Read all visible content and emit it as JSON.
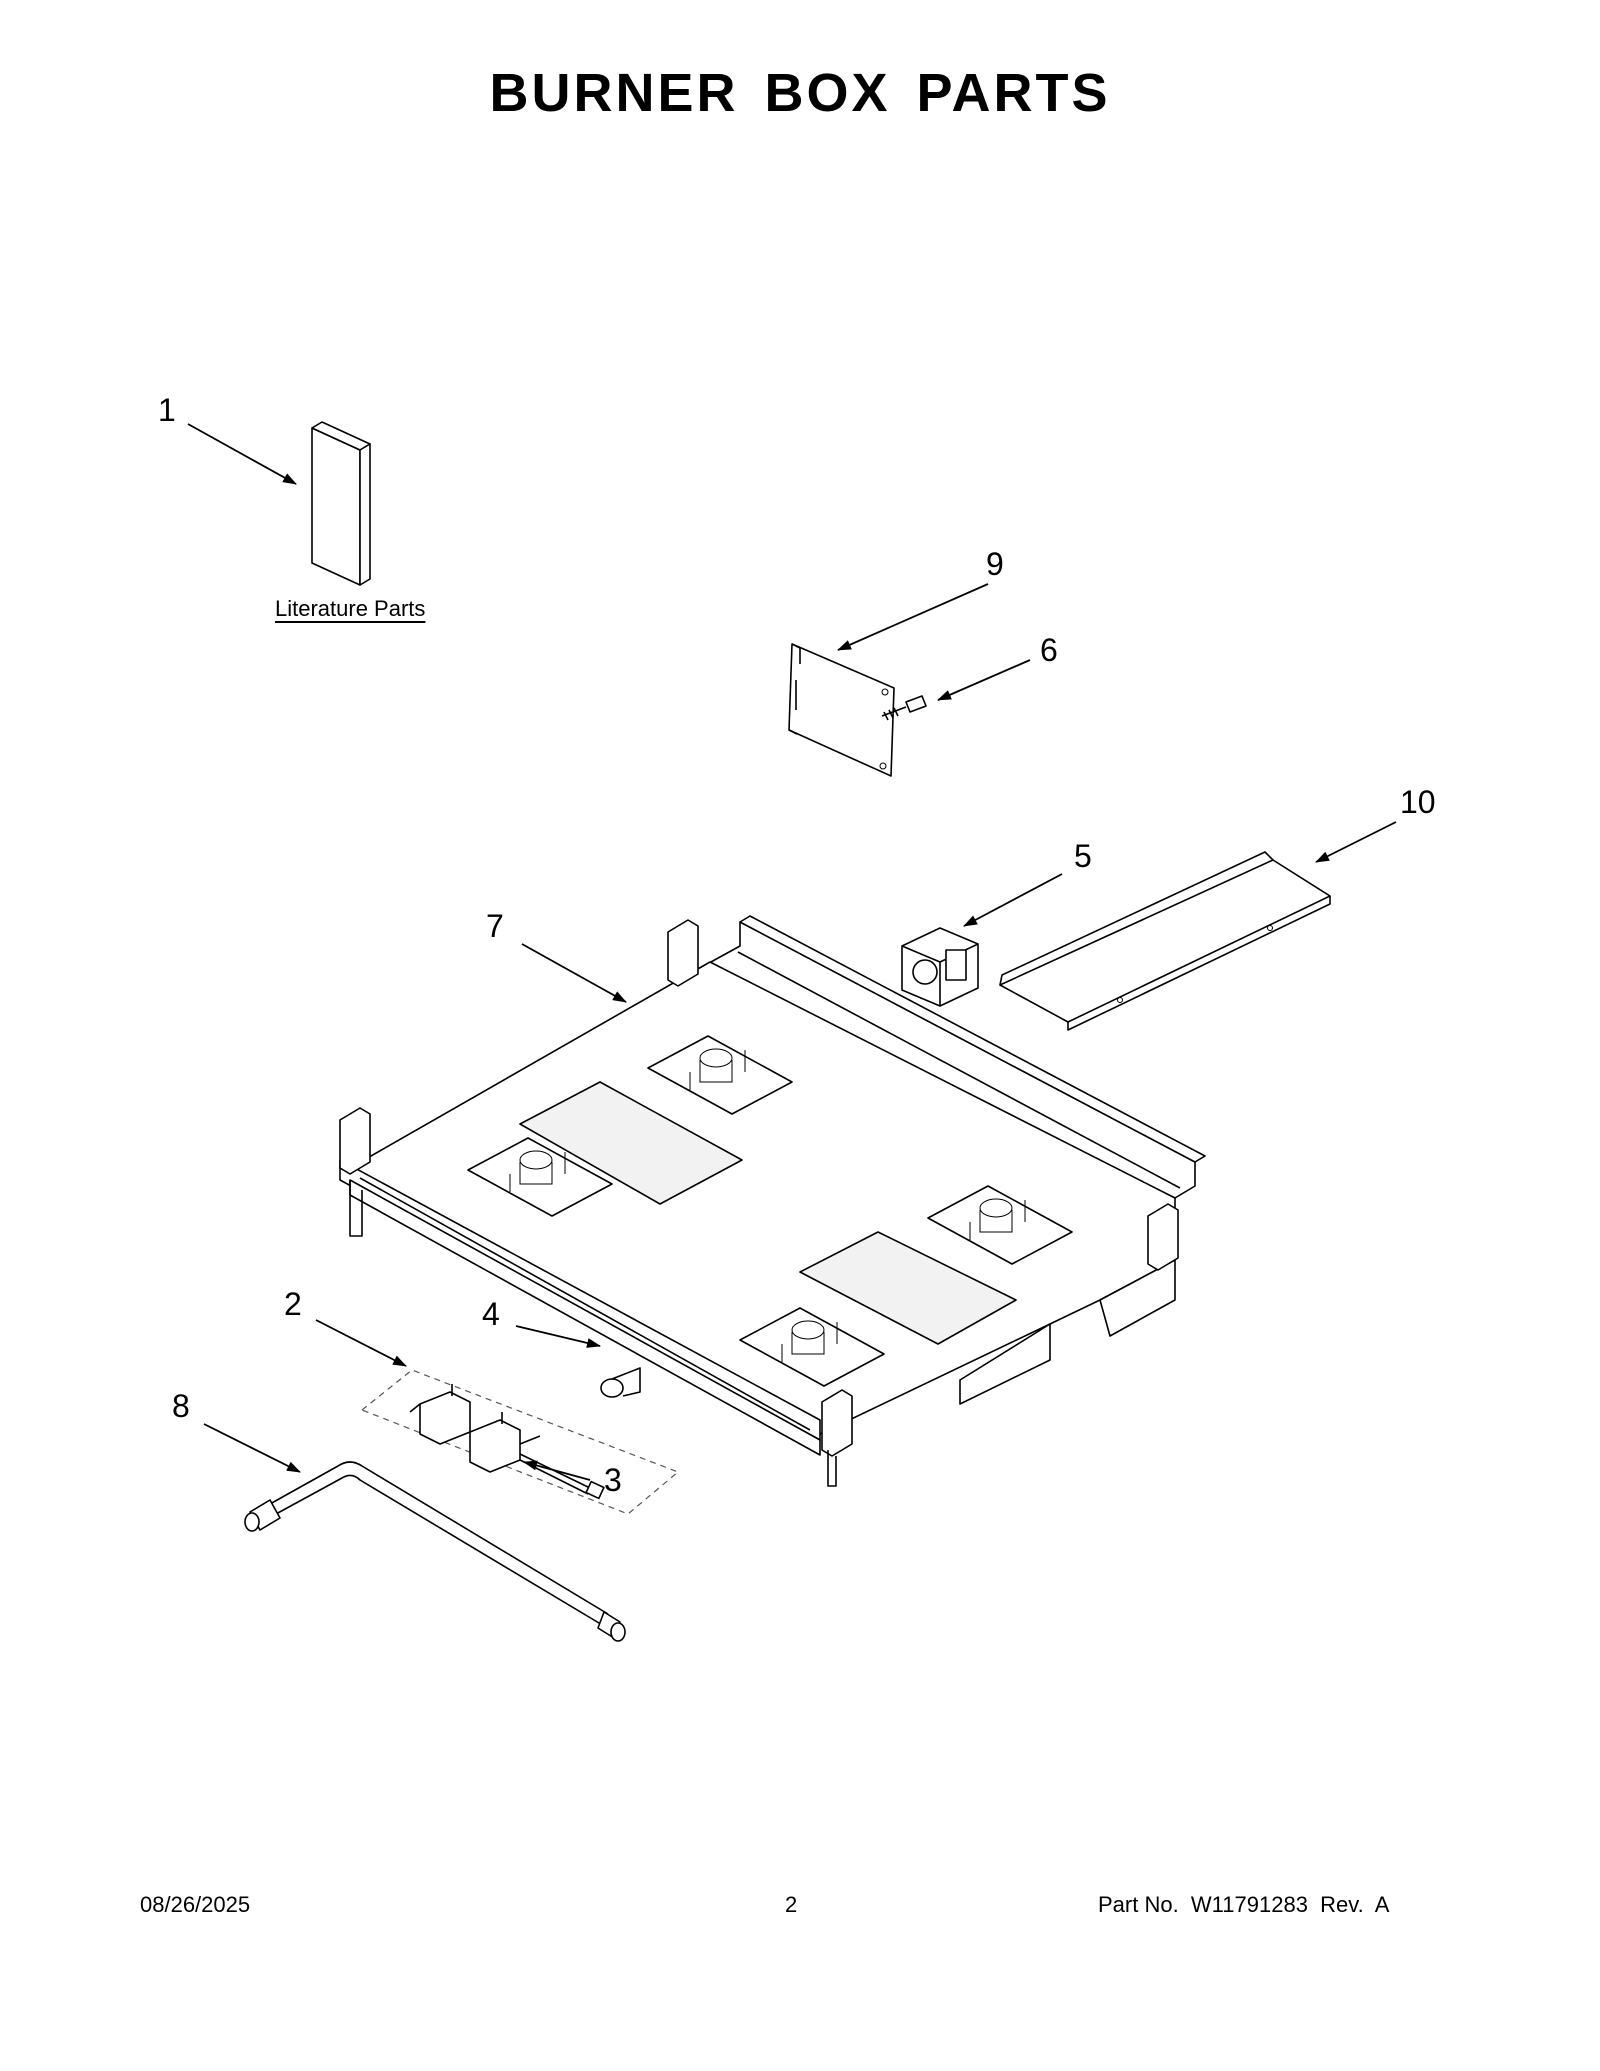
{
  "page": {
    "title": "BURNER BOX PARTS"
  },
  "callouts": {
    "c1": "1",
    "c2": "2",
    "c3": "3",
    "c4": "4",
    "c5": "5",
    "c6": "6",
    "c7": "7",
    "c8": "8",
    "c9": "9",
    "c10": "10"
  },
  "literature": {
    "label": "Literature Parts"
  },
  "footer": {
    "date": "08/26/2025",
    "page_number": "2",
    "part_number": "Part No.  W11791283  Rev.  A"
  }
}
